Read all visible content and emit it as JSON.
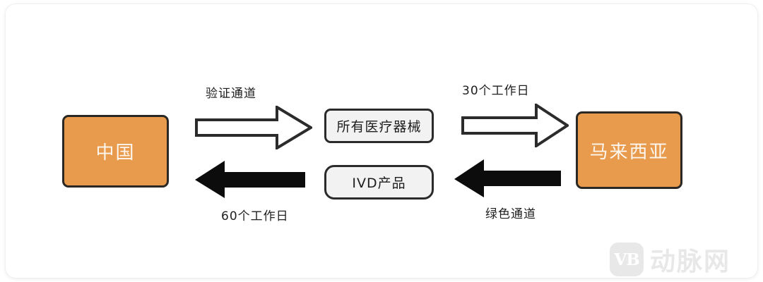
{
  "diagram": {
    "type": "flow-diagram",
    "nodes": {
      "china": {
        "label": "中国",
        "color": "#e89b4c"
      },
      "malaysia": {
        "label": "马来西亚",
        "color": "#e89b4c"
      },
      "all_medical_devices": {
        "label": "所有医疗器械",
        "color": "#f2f2f2"
      },
      "ivd_products": {
        "label": "IVD产品",
        "color": "#f2f2f2"
      }
    },
    "flows": [
      {
        "id": "validation-channel",
        "label": "验证通道",
        "direction": "right",
        "style": "hollow",
        "from": "china",
        "to": "all_medical_devices"
      },
      {
        "id": "30-working-days",
        "label": "30个工作日",
        "direction": "right",
        "style": "hollow",
        "from": "all_medical_devices",
        "to": "malaysia"
      },
      {
        "id": "60-working-days",
        "label": "60个工作日",
        "direction": "left",
        "style": "solid",
        "from": "ivd_products",
        "to": "china"
      },
      {
        "id": "green-channel",
        "label": "绿色通道",
        "direction": "left",
        "style": "solid",
        "from": "malaysia",
        "to": "ivd_products"
      }
    ]
  },
  "watermark": {
    "badge": "VB",
    "text": "动脉网",
    "color": "#e8e8e8"
  }
}
